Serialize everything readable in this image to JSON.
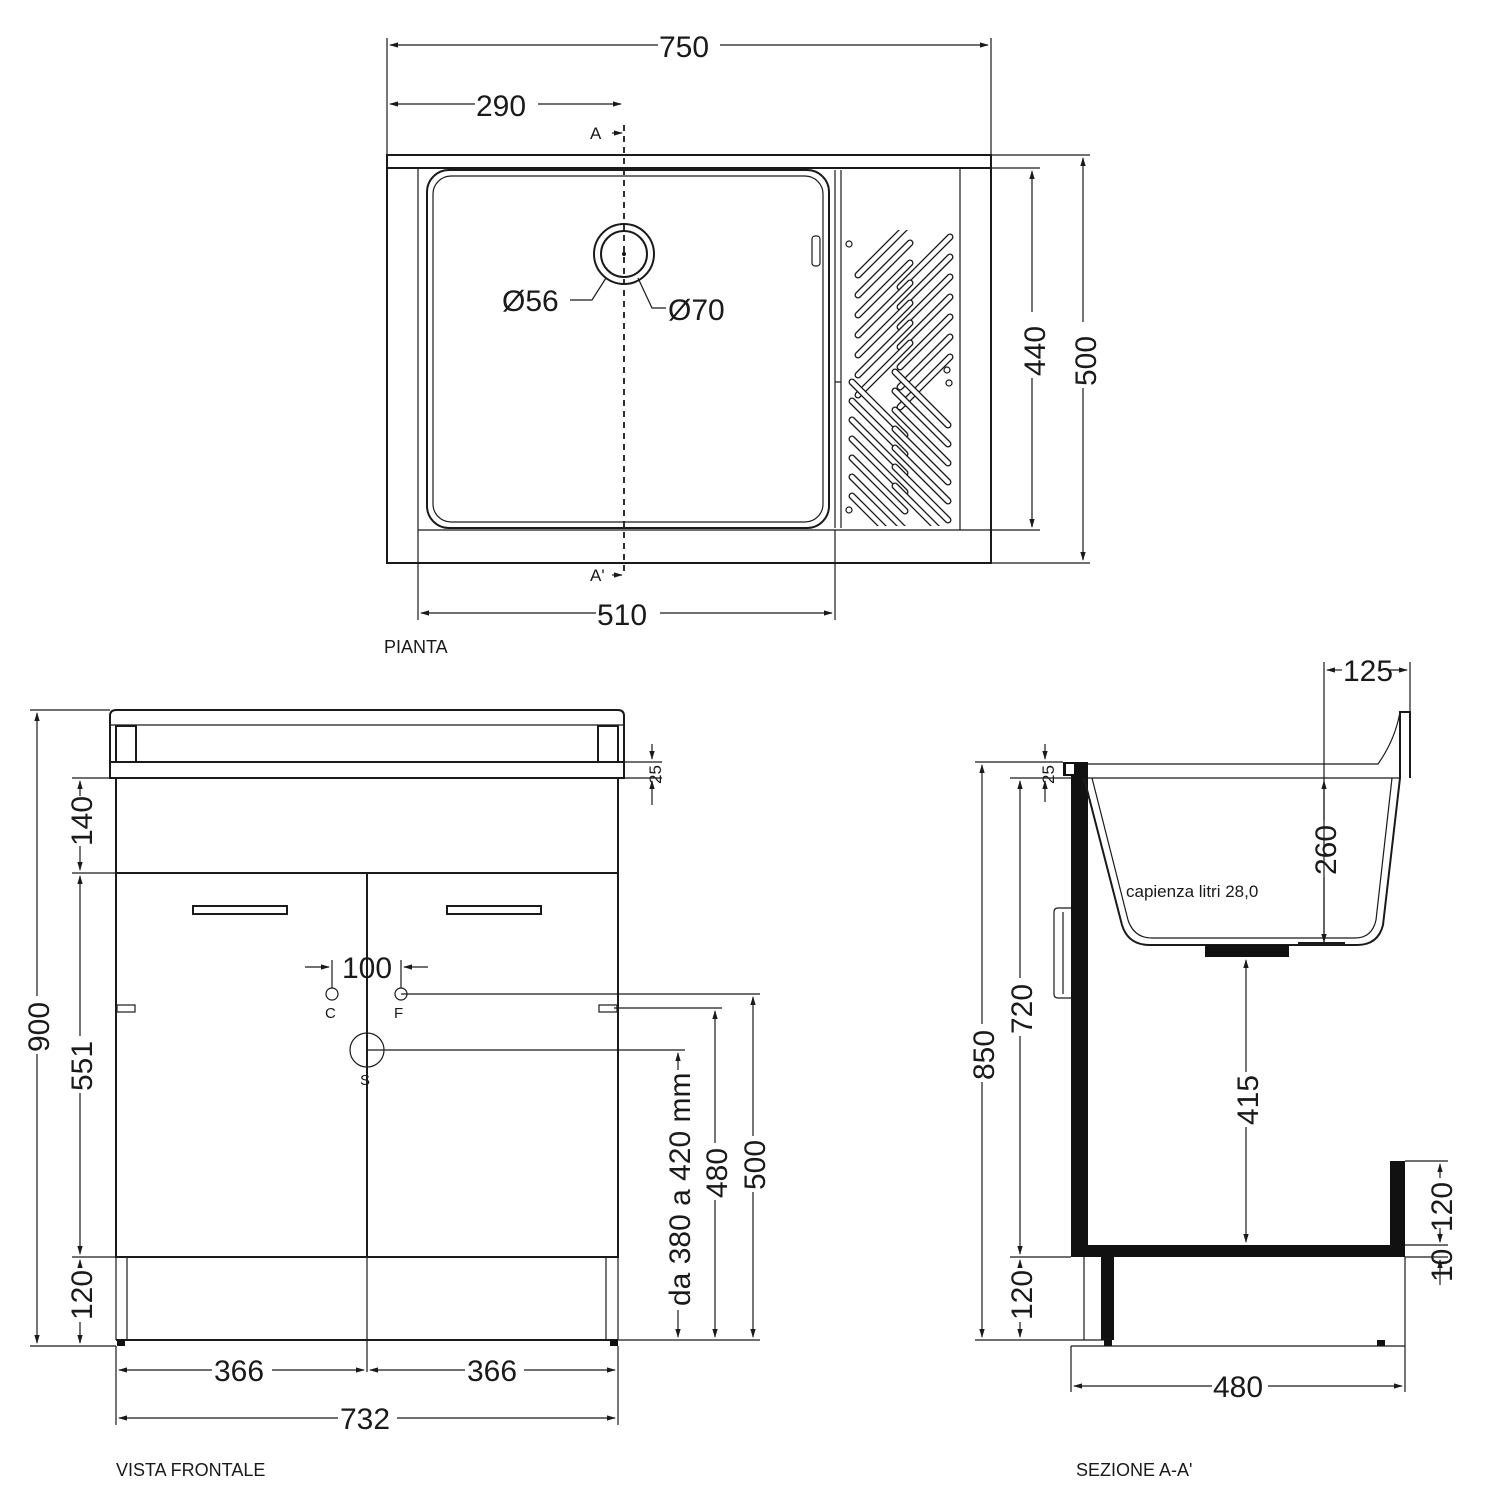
{
  "views": {
    "plan": {
      "caption": "PIANTA",
      "dims": {
        "overall_width": "750",
        "drain_offset": "290",
        "basin_width": "510",
        "inner_depth": "440",
        "overall_depth": "500",
        "drain_inner": "Ø56",
        "drain_outer": "Ø70"
      },
      "section_marks": {
        "top": "A",
        "bottom": "A'"
      }
    },
    "front": {
      "caption": "VISTA FRONTALE",
      "dims": {
        "total_height": "900",
        "top_band": "140",
        "door_height": "551",
        "plinth": "120",
        "top_thickness": "25",
        "connections_spacing": "100",
        "drain_range": "da 380 a 420 mm",
        "hot_height": "480",
        "cold_height": "500",
        "door_left": "366",
        "door_right": "366",
        "overall_width": "732"
      },
      "connections": {
        "hot": "C",
        "cold": "F",
        "drain": "S"
      }
    },
    "section": {
      "caption": "SEZIONE A-A'",
      "capacity_label": "capienza litri 28,0",
      "dims": {
        "backsplash": "125",
        "top_thickness": "25",
        "basin_depth": "260",
        "height_850": "850",
        "height_720": "720",
        "drain_clearance": "415",
        "plinth": "120",
        "back_panel": "120",
        "floor_gap": "10",
        "depth": "480"
      }
    }
  }
}
